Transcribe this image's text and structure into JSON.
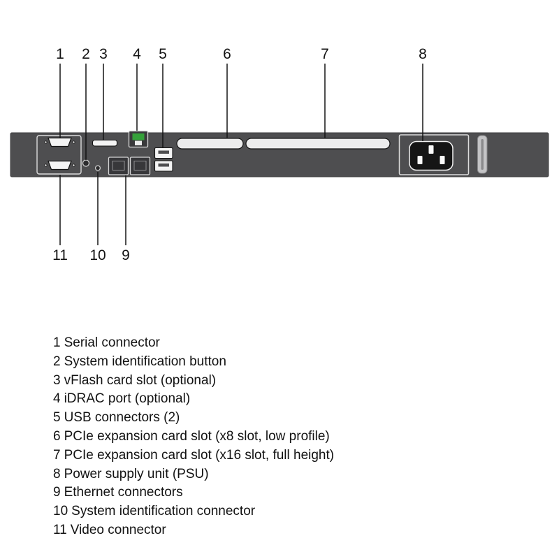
{
  "diagram": {
    "callouts_top": [
      {
        "number": "1",
        "target": "serial-connector"
      },
      {
        "number": "2",
        "target": "system-id-button"
      },
      {
        "number": "3",
        "target": "vflash-card-slot"
      },
      {
        "number": "4",
        "target": "idrac-port"
      },
      {
        "number": "5",
        "target": "usb-connectors"
      },
      {
        "number": "6",
        "target": "pcie-slot-x8"
      },
      {
        "number": "7",
        "target": "pcie-slot-x16"
      },
      {
        "number": "8",
        "target": "power-supply-unit"
      }
    ],
    "callouts_bottom": [
      {
        "number": "11",
        "target": "video-connector"
      },
      {
        "number": "10",
        "target": "system-id-connector"
      },
      {
        "number": "9",
        "target": "ethernet-connectors"
      }
    ],
    "colors": {
      "panel": "#4e4e50",
      "idrac_led_green": "#35a13a"
    }
  },
  "legend": {
    "items": [
      {
        "number": "1",
        "label": "Serial connector"
      },
      {
        "number": "2",
        "label": "System identification button"
      },
      {
        "number": "3",
        "label": "vFlash card slot (optional)"
      },
      {
        "number": "4",
        "label": "iDRAC port (optional)"
      },
      {
        "number": "5",
        "label": "USB connectors (2)"
      },
      {
        "number": "6",
        "label": "PCIe expansion card slot (x8 slot, low profile)"
      },
      {
        "number": "7",
        "label": "PCIe expansion card slot (x16 slot, full height)"
      },
      {
        "number": "8",
        "label": "Power supply unit (PSU)"
      },
      {
        "number": "9",
        "label": "Ethernet connectors"
      },
      {
        "number": "10",
        "label": "System identification connector"
      },
      {
        "number": "11",
        "label": "Video connector"
      }
    ]
  }
}
